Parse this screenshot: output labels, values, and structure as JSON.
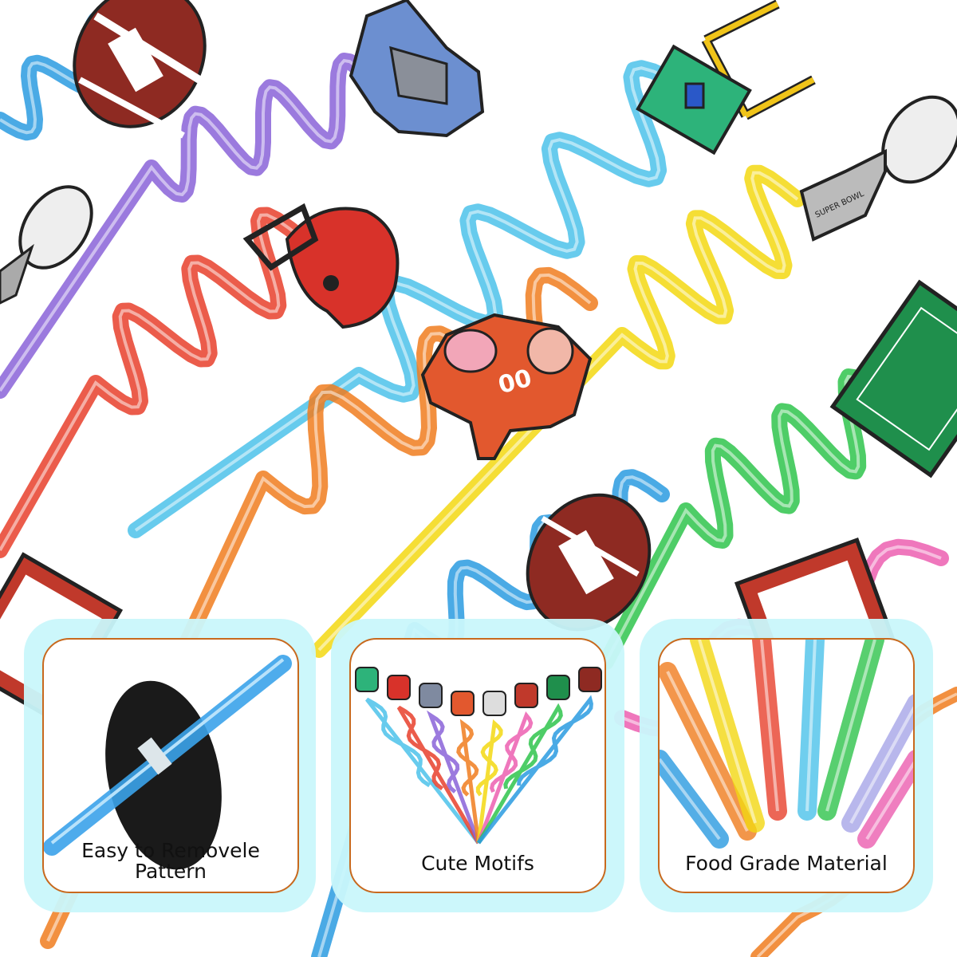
{
  "palette": {
    "blue": "#2a9be0",
    "purple": "#8a63d8",
    "red": "#e8402c",
    "sky": "#4cc2ea",
    "orange": "#f07c1e",
    "yellow": "#f3d812",
    "green": "#2fc44c",
    "pink": "#ec5fb0",
    "halo": "#c9f7fb",
    "card_border": "#c8691e"
  },
  "charm_text": {
    "trophy": "SUPER BOWL",
    "jersey": "00"
  },
  "features": [
    {
      "label_line1": "Easy to Removele",
      "label_line2": "Pattern",
      "icon": "football-disc-icon"
    },
    {
      "label_line1": "Cute Motifs",
      "icon": "straw-bouquet-icon"
    },
    {
      "label_line1": "Food Grade Material",
      "icon": "straw-tubes-icon"
    }
  ]
}
